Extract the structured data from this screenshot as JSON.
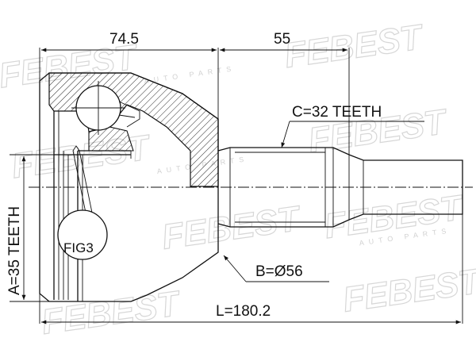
{
  "labels": {
    "dim_top_left": "74.5",
    "dim_top_right": "55",
    "spline_c": "C=32 TEETH",
    "spline_a": "A=35 TEETH",
    "diameter_b": "B=Ø56",
    "length_l": "L=180.2",
    "fig": "FIG3"
  },
  "watermark": {
    "brand": "FEBEST",
    "sub": "AUTO PARTS"
  }
}
